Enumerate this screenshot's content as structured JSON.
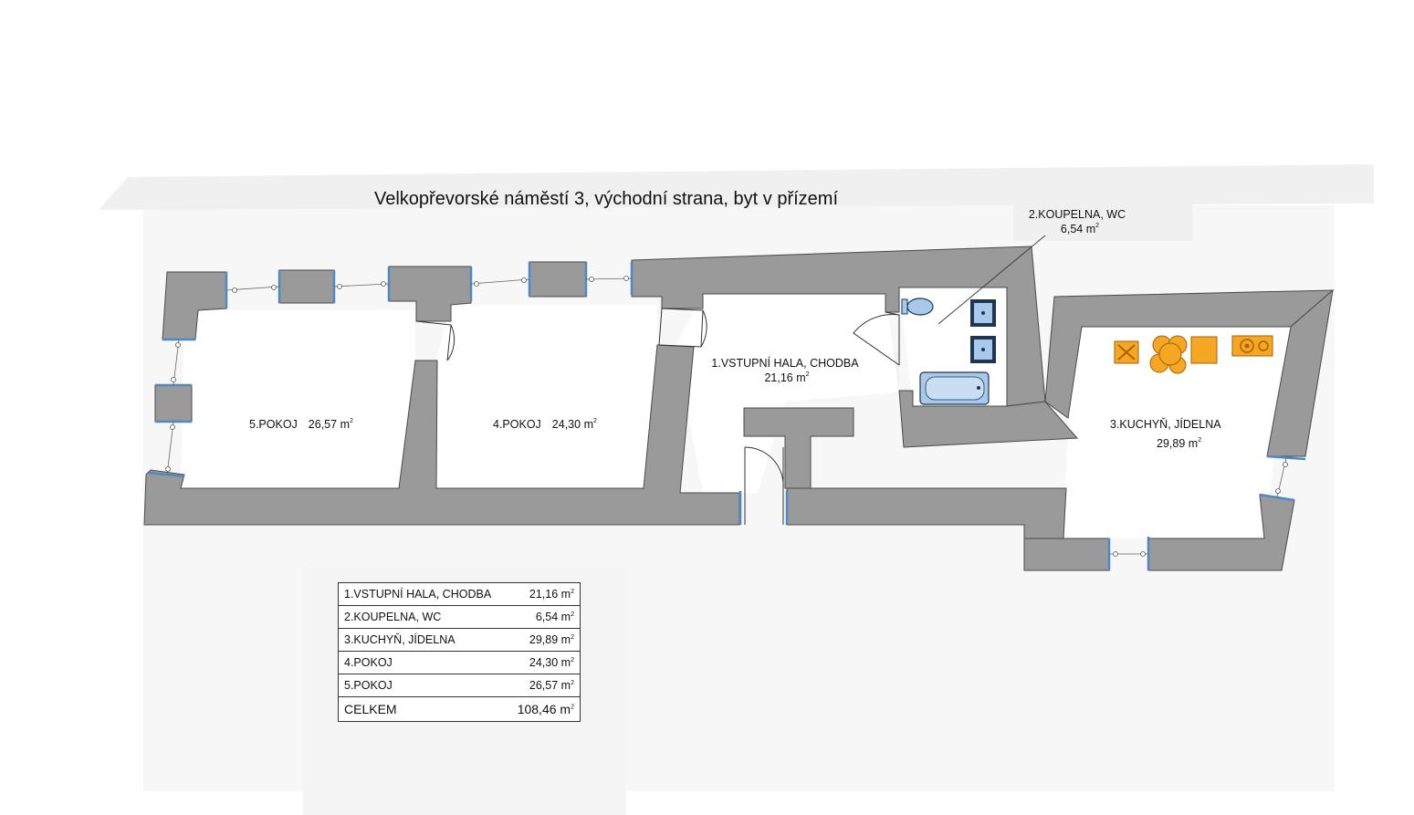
{
  "title": "Velkopřevorské náměstí 3, východní strana, byt v přízemí",
  "unit": "m",
  "unit_exp": "2",
  "rooms": {
    "hall": {
      "name": "1.VSTUPNÍ HALA, CHODBA",
      "area": "21,16"
    },
    "bath": {
      "name": "2.KOUPELNA, WC",
      "area": "6,54"
    },
    "kitchen": {
      "name": "3.KUCHYŇ, JÍDELNA",
      "area": "29,89"
    },
    "room4": {
      "name": "4.POKOJ",
      "area": "24,30"
    },
    "room5": {
      "name": "5.POKOJ",
      "area": "26,57"
    }
  },
  "table": {
    "rows": [
      {
        "name": "1.VSTUPNÍ HALA, CHODBA",
        "area": "21,16"
      },
      {
        "name": "2.KOUPELNA, WC",
        "area": "6,54"
      },
      {
        "name": "3.KUCHYŇ, JÍDELNA",
        "area": "29,89"
      },
      {
        "name": "4.POKOJ",
        "area": "24,30"
      },
      {
        "name": "5.POKOJ",
        "area": "26,57"
      }
    ],
    "total": {
      "name": "CELKEM",
      "area": "108,46"
    }
  },
  "colors": {
    "wall": "#9a9a9a",
    "wall_edge": "#4a4a4a",
    "window_frame": "#4f88c6",
    "sanitary": "#a9c9ec",
    "sanitary_dark": "#1f3550",
    "kitchen": "#f5a623",
    "kitchen_edge": "#a66200",
    "shade": "#f3f3f3"
  },
  "icons": {
    "toilet": "toilet-icon",
    "sink": "sink-icon",
    "bathtub": "bathtub-icon",
    "stove": "stove-icon",
    "fridge": "fridge-icon",
    "cooktop": "cooktop-icon"
  }
}
